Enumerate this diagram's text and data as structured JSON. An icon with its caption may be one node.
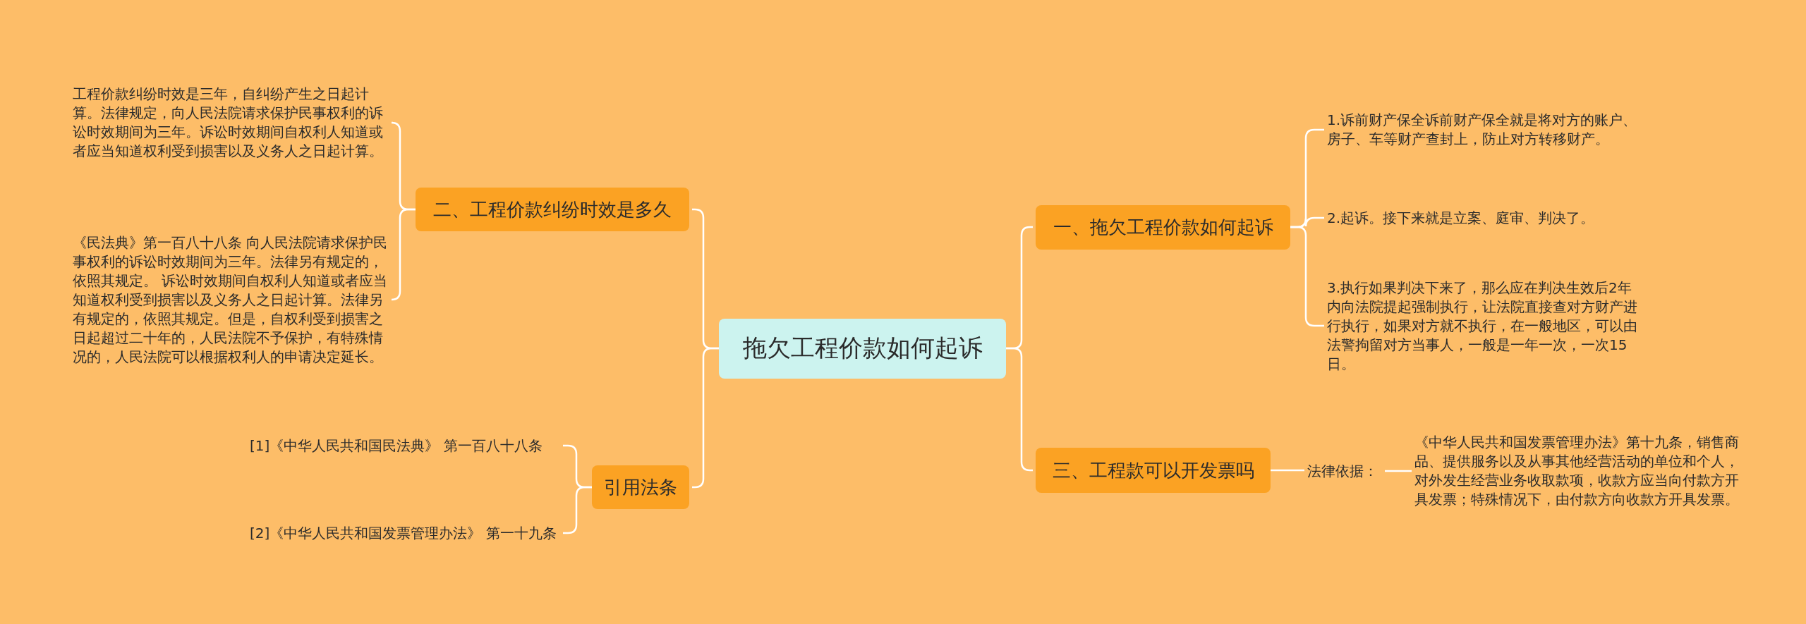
{
  "diagram": {
    "nodes": [
      {
        "text": [
          "拖欠工程价款如何起诉"
        ]
      },
      {
        "text": [
          "二、工程价款纠纷时效是多久"
        ]
      },
      {
        "text": [
          "工程价款纠纷时效是三年，自纠纷产生之日起计算。法律规定，向人民法院请求保护民事权利的诉讼时效期间为三年。诉讼时效期间自权利人知道或者应当知道权利受到损害以及义务人之日起计算。"
        ]
      },
      {
        "text": [
          "《民法典》第一百八十八条 向人民法院请求保护民事权利的诉讼时效期间为三年。法律另有规定的，依照其规定。 诉讼时效期间自权利人知道或者应当知道权利受到损害以及义务人之日起计算。法律另有规定的，依照其规定。但是，自权利受到损害之日起超过二十年的，人民法院不予保护，有特殊情况的，人民法院可以根据权利人的申请决定延长。"
        ]
      },
      {
        "text": [
          "引用法条"
        ]
      },
      {
        "text": [
          "[1]《中华人民共和国民法典》 第一百八十八条"
        ]
      },
      {
        "text": [
          "[2]《中华人民共和国发票管理办法》 第一十九条"
        ]
      },
      {
        "text": [
          "一、拖欠工程价款如何起诉"
        ]
      },
      {
        "text": [
          "1.诉前财产保全诉前财产保全就是将对方的账户、房子、车等财产查封上，防止对方转移财产。"
        ]
      },
      {
        "text": [
          "2.起诉。接下来就是立案、庭审、判决了。"
        ]
      },
      {
        "text": [
          "3.执行如果判决下来了，那么应在判决生效后2年内向法院提起强制执行，让法院直接查对方财产进行执行，如果对方就不执行，在一般地区，可以由法警拘留对方当事人，一般是一年一次，一次15日。"
        ]
      },
      {
        "text": [
          "三、工程款可以开发票吗"
        ]
      },
      {
        "text": [
          "法律依据："
        ]
      },
      {
        "text": [
          "《中华人民共和国发票管理办法》第十九条，销售商品、提供服务以及从事其他经营活动的单位和个人，对外发生经营业务收取款项，收款方应当向付款方开具发票；特殊情况下，由付款方向收款方开具发票。"
        ]
      }
    ],
    "edges": [
      {
        "from": 0,
        "to": 1,
        "arrow": "none"
      },
      {
        "from": 1,
        "to": 2,
        "arrow": "none"
      },
      {
        "from": 1,
        "to": 3,
        "arrow": "none"
      },
      {
        "from": 0,
        "to": 4,
        "arrow": "none"
      },
      {
        "from": 4,
        "to": 5,
        "arrow": "none"
      },
      {
        "from": 4,
        "to": 6,
        "arrow": "none"
      },
      {
        "from": 0,
        "to": 7,
        "arrow": "none"
      },
      {
        "from": 7,
        "to": 8,
        "arrow": "none"
      },
      {
        "from": 7,
        "to": 9,
        "arrow": "none"
      },
      {
        "from": 7,
        "to": 10,
        "arrow": "none"
      },
      {
        "from": 0,
        "to": 11,
        "arrow": "none"
      },
      {
        "from": 11,
        "to": 12,
        "arrow": "none"
      },
      {
        "from": 12,
        "to": 13,
        "arrow": "none"
      }
    ]
  }
}
